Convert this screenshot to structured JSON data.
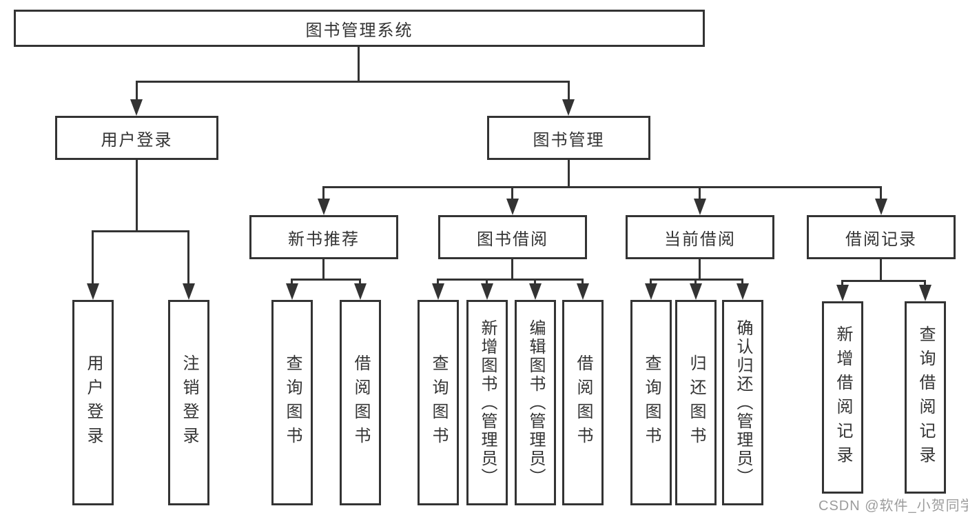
{
  "tree": {
    "root": "图书管理系统",
    "user_login": {
      "label": "用户登录",
      "children": [
        "用户登录",
        "注销登录"
      ]
    },
    "book_management": {
      "label": "图书管理"
    },
    "new_book": {
      "label": "新书推荐",
      "children": [
        "查询图书",
        "借阅图书"
      ]
    },
    "book_borrow": {
      "label": "图书借阅",
      "children": [
        "查询图书",
        "新增图书（管理员）",
        "编辑图书（管理员）",
        "借阅图书"
      ]
    },
    "current_borrow": {
      "label": "当前借阅",
      "children": [
        "查询图书",
        "归还图书",
        "确认归还（管理员）"
      ]
    },
    "borrow_records": {
      "label": "借阅记录",
      "children": [
        "新增借阅记录",
        "查询借阅记录"
      ]
    }
  },
  "watermark": "CSDN @软件_小贺同学",
  "colors": {
    "line": "#333333",
    "text": "#333333",
    "watermark": "#9c9c9c",
    "background": "#ffffff"
  }
}
